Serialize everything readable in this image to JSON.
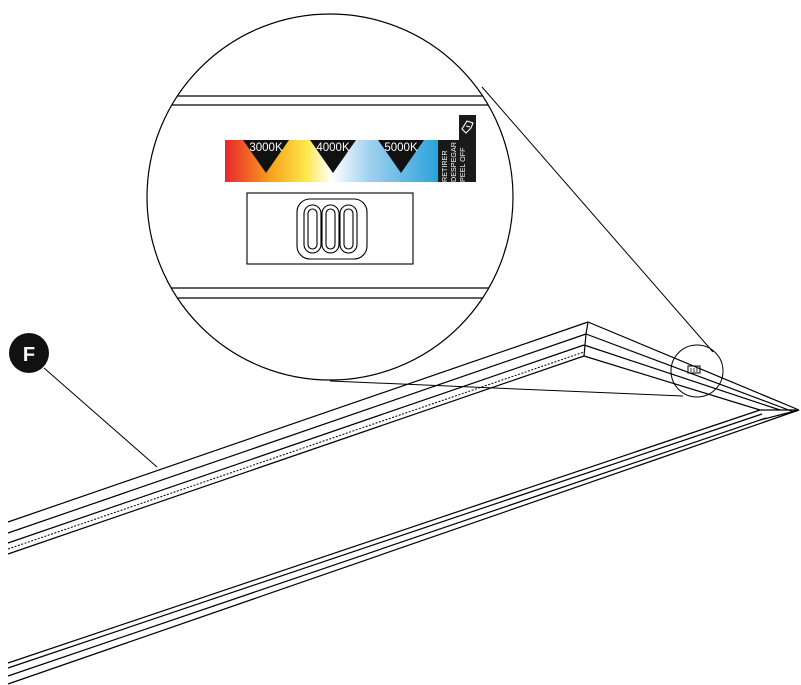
{
  "callout": {
    "letter": "F"
  },
  "cct_label": {
    "ticks": [
      "3000K",
      "4000K",
      "5000K"
    ]
  },
  "peel_off": {
    "lines": [
      "RETIRER",
      "DESPEGAR",
      "PEEL OFF"
    ]
  },
  "colors": {
    "line": "#000000",
    "callout_bg": "#111111",
    "callout_text": "#ffffff",
    "gradient": [
      "#e8262b",
      "#f7a41d",
      "#fde84b",
      "#ffffff",
      "#9fd0ee",
      "#2aa3dc"
    ]
  },
  "icons": {
    "peel": "peel-tab-icon",
    "switch": "slide-switch-icon"
  }
}
